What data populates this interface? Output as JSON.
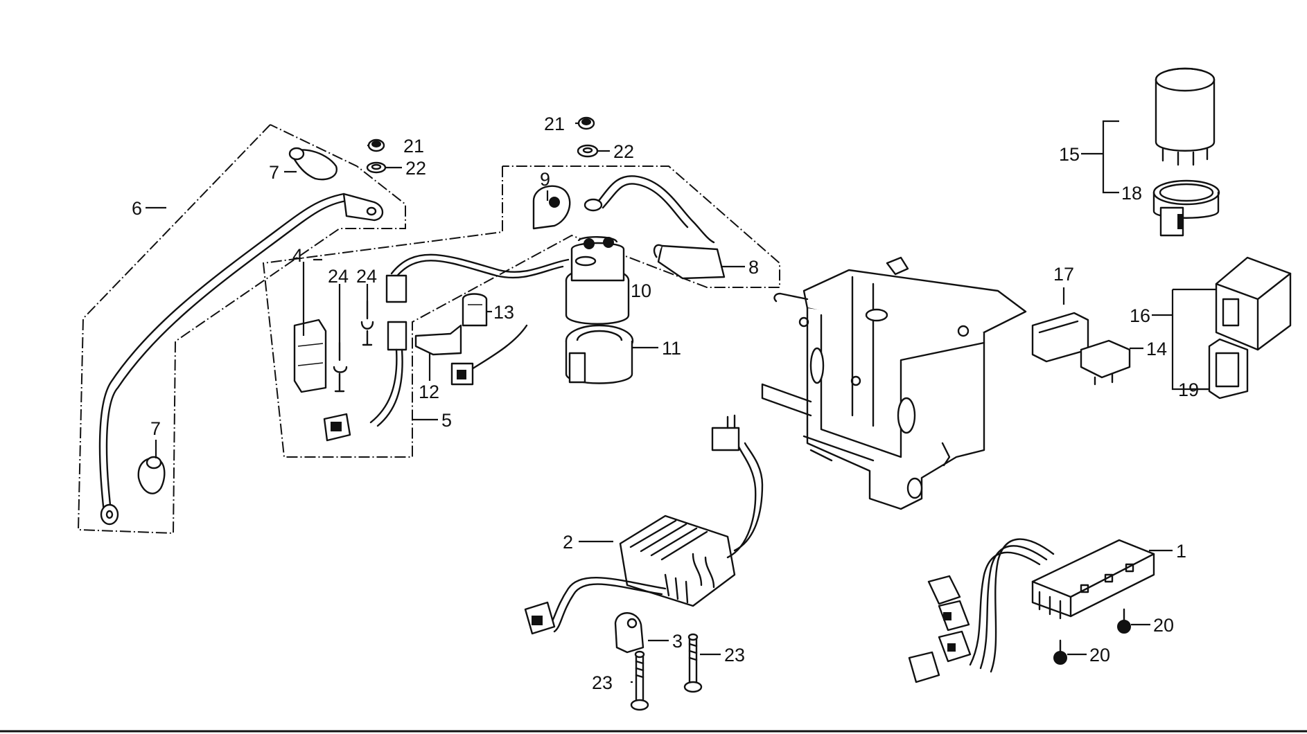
{
  "labels": {
    "p1": "1",
    "p2": "2",
    "p3": "3",
    "p4": "4",
    "p5": "5",
    "p6": "6",
    "p7a": "7",
    "p7b": "7",
    "p8": "8",
    "p9": "9",
    "p10": "10",
    "p11": "11",
    "p12": "12",
    "p13": "13",
    "p14": "14",
    "p15": "15",
    "p16": "16",
    "p17": "17",
    "p18": "18",
    "p19": "19",
    "p20a": "20",
    "p20b": "20",
    "p21a": "21",
    "p21b": "21",
    "p22a": "22",
    "p22b": "22",
    "p23a": "23",
    "p23b": "23",
    "p24a": "24",
    "p24b": "24"
  }
}
